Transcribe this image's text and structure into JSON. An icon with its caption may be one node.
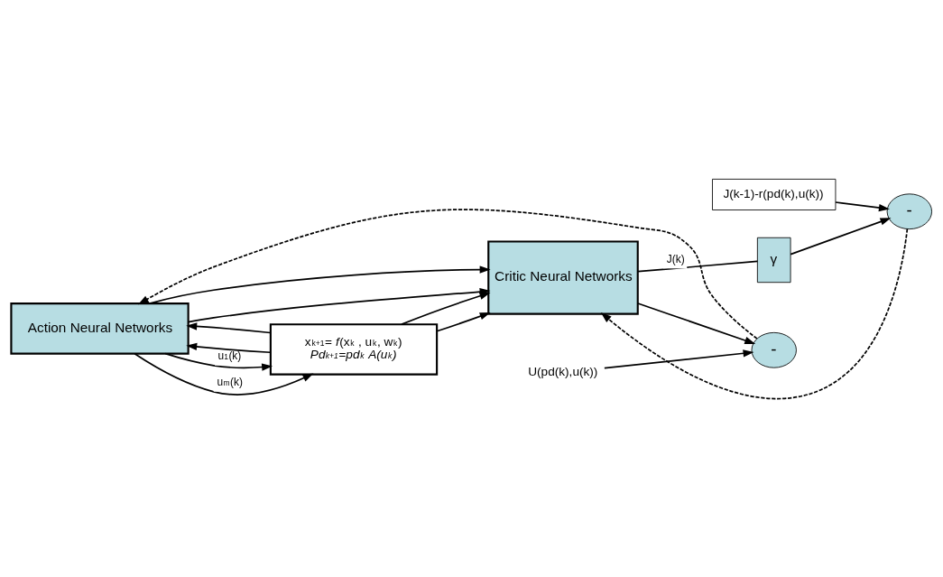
{
  "diagram": {
    "nodes": [
      {
        "text": [
          "Critic Neural Networks"
        ]
      },
      {
        "text": [
          "γ"
        ]
      },
      {
        "text": [
          "-"
        ]
      },
      {
        "text": [
          "-"
        ]
      },
      {
        "text": [
          "Action Neural Networks"
        ]
      },
      {
        "text": [
          "x$_{k+1}$= *f*(x$_{k}$ , u$_{k}$, w$_{k}$)",
          "Pd$_{k+1}$=pd$_{k}$ A(u$_{k}$)"
        ]
      },
      {
        "text": [
          "U(pd(k),u(k))"
        ]
      },
      {
        "text": [
          "J(k-1)-r(pd(k),u(k))"
        ]
      }
    ],
    "edges": [
      {
        "from": 5,
        "to": 0,
        "arrow": "to"
      },
      {
        "from": 5,
        "to": 4,
        "arrow": "to"
      },
      {
        "from": 5,
        "to": 0,
        "arrow": "to"
      },
      {
        "from": 5,
        "to": 4,
        "arrow": "to"
      },
      {
        "from": 4,
        "to": 0,
        "arrow": "to"
      },
      {
        "from": 4,
        "to": 0,
        "arrow": "to"
      },
      {
        "from": 4,
        "to": 5,
        "arrow": "to",
        "label": "u$_{1}$(k)"
      },
      {
        "from": 4,
        "to": 5,
        "arrow": "to",
        "label": "u$_{m}$(k)"
      },
      {
        "from": 0,
        "to": 2,
        "arrow": "to"
      },
      {
        "from": 0,
        "to": 1,
        "arrow": "none",
        "label": "J(k)"
      },
      {
        "from": 1,
        "to": 3,
        "arrow": "to"
      },
      {
        "from": 6,
        "to": 2,
        "arrow": "to"
      },
      {
        "from": 7,
        "to": 3,
        "arrow": "to"
      },
      {
        "from": 2,
        "to": 4,
        "arrow": "to",
        "style": "dashed"
      },
      {
        "from": 3,
        "to": 0,
        "arrow": "to",
        "style": "dashed"
      }
    ]
  }
}
